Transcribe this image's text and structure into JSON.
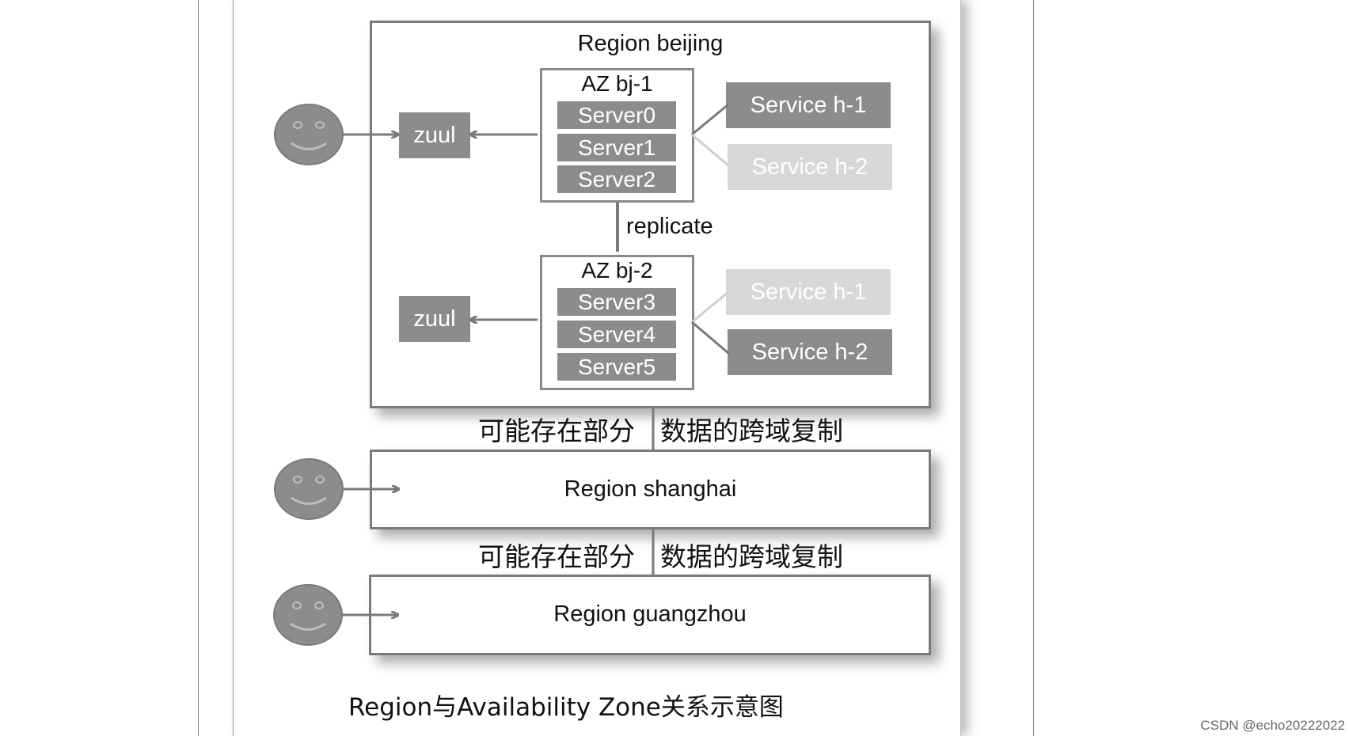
{
  "diagram": {
    "caption": "Region与Availability Zone关系示意图",
    "regions": {
      "beijing": {
        "label": "Region beijing",
        "az1": {
          "title": "AZ bj-1",
          "servers": [
            "Server0",
            "Server1",
            "Server2"
          ],
          "zuul": "zuul",
          "service_active": "Service h-1",
          "service_inactive": "Service h-2"
        },
        "replicate": "replicate",
        "az2": {
          "title": "AZ bj-2",
          "servers": [
            "Server3",
            "Server4",
            "Server5"
          ],
          "zuul": "zuul",
          "service_inactive": "Service h-1",
          "service_active": "Service h-2"
        }
      },
      "shanghai": {
        "label": "Region shanghai"
      },
      "guangzhou": {
        "label": "Region guangzhou"
      }
    },
    "replication_notes": [
      {
        "left": "可能存在部分",
        "right": "数据的跨域复制"
      },
      {
        "left": "可能存在部分",
        "right": "数据的跨域复制"
      }
    ],
    "colors": {
      "box_dark": "#8c8c8c",
      "box_light": "#d8d8d8",
      "border": "#7a7a7a",
      "user_face": "#8c8c8c"
    }
  },
  "watermark": "CSDN @echo20222022"
}
